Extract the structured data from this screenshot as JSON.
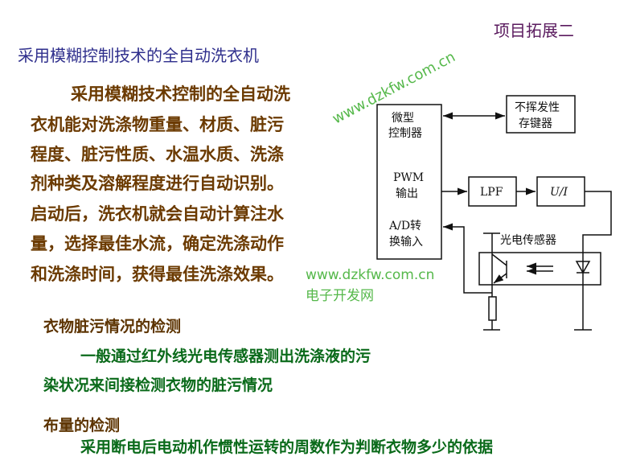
{
  "header": {
    "section_tag": "项目拓展二",
    "title": "采用模糊控制技术的全自动洗衣机"
  },
  "paragraph": {
    "lines": [
      "采用模糊技术控制的全自动洗",
      "衣机能对洗涤物重量、材质、脏污",
      "程度、脏污性质、水温水质、洗涤",
      "剂种类及溶解程度进行自动识别。",
      "启动后，洗衣机就会自动计算注水",
      "量，选择最佳水流，确定洗涤动作",
      "和洗涤时间，获得最佳洗涤效果。"
    ]
  },
  "sections": [
    {
      "heading": "衣物脏污情况的检测",
      "lines": [
        "一般通过红外线光电传感器测出洗涤液的污",
        "染状况来间接检测衣物的脏污情况"
      ]
    },
    {
      "heading": "布量的检测",
      "lines": [
        "采用断电后电动机作惯性运转的周数作为判断衣物多少的依据"
      ]
    }
  ],
  "diagram": {
    "mcu": {
      "line1": "微型",
      "line2": "控制器",
      "pwm1": "PWM",
      "pwm2": "输出",
      "ad1": "A/D转",
      "ad2": "换输入"
    },
    "memory": {
      "line1": "不挥发性",
      "line2": "存键器"
    },
    "lpf": "LPF",
    "ui": "U/I",
    "sensor_label": "光电传感器"
  },
  "watermark": {
    "url": "www.dzkfw.com.cn",
    "site_name": "电子开发网"
  }
}
